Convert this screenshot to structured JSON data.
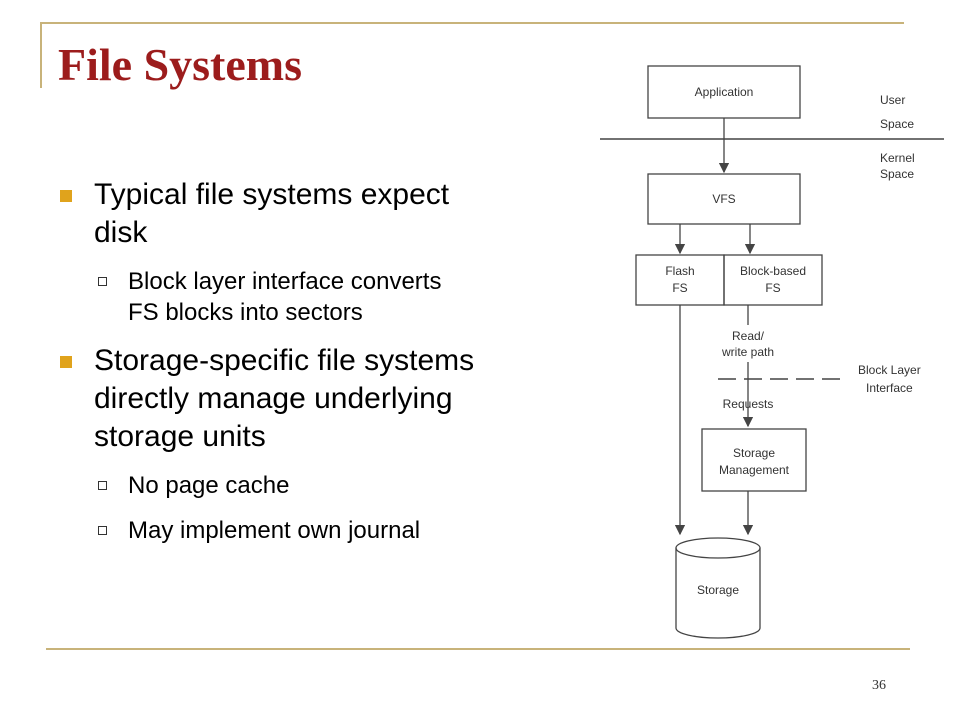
{
  "slide": {
    "title": "File Systems",
    "page_number": "36"
  },
  "bullets": [
    {
      "text": "Typical file systems expect disk",
      "lines": [
        "Typical file systems expect",
        "disk"
      ],
      "sub": [
        {
          "text": "Block layer interface converts FS blocks into sectors",
          "lines": [
            "Block layer interface converts",
            "FS blocks into sectors"
          ]
        }
      ]
    },
    {
      "text": "Storage-specific file systems directly manage underlying storage units",
      "lines": [
        "Storage-specific file systems",
        "directly manage underlying",
        "storage units"
      ],
      "sub": [
        {
          "text": "No page cache",
          "lines": [
            "No page cache"
          ]
        },
        {
          "text": "May implement own journal",
          "lines": [
            "May implement own journal"
          ]
        }
      ]
    }
  ],
  "diagram": {
    "application": "Application",
    "user_space": [
      "User",
      "Space"
    ],
    "kernel_space": [
      "Kernel",
      "Space"
    ],
    "vfs": "VFS",
    "flash_fs": [
      "Flash",
      "FS"
    ],
    "block_fs": [
      "Block-based",
      "FS"
    ],
    "read_write_path": [
      "Read/",
      "write path"
    ],
    "block_layer_interface": [
      "Block Layer",
      "Interface"
    ],
    "requests": "Requests",
    "storage_management": [
      "Storage",
      "Management"
    ],
    "storage": "Storage"
  },
  "colors": {
    "title": "#9c1c1c",
    "bullet": "#e0a31c",
    "frame": "#c8b37a",
    "diagram_line": "#444444"
  }
}
